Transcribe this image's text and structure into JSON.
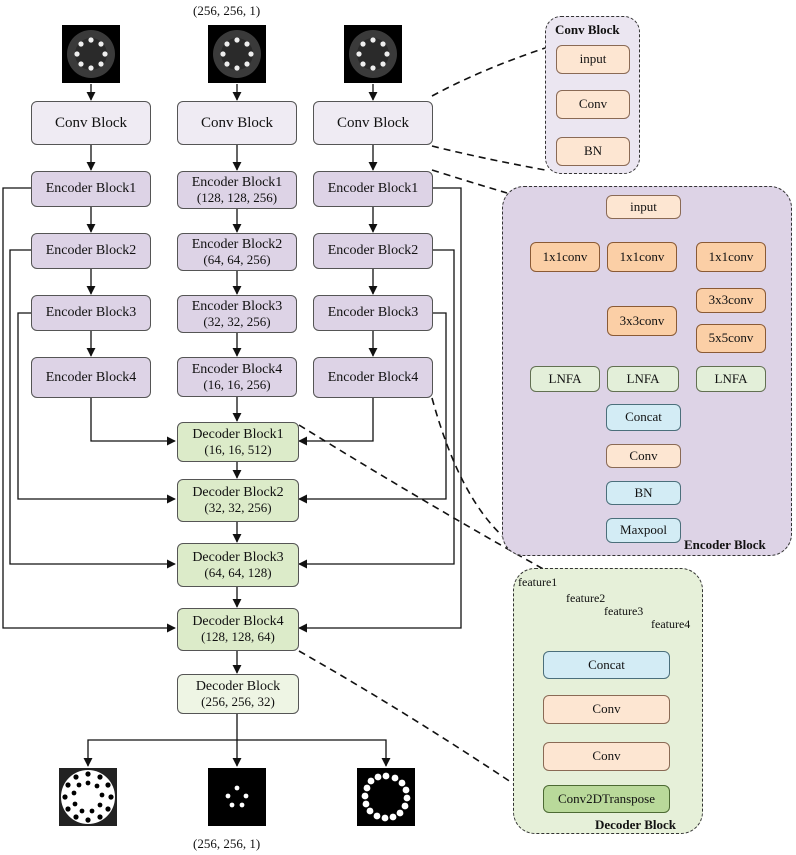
{
  "input_shape": "(256, 256, 1)",
  "output_shape": "(256, 256, 1)",
  "inputs": [
    "input-image-1",
    "input-image-2",
    "input-image-3"
  ],
  "outputs": [
    "output-image-1",
    "output-image-2",
    "output-image-3"
  ],
  "conv_block": "Conv Block",
  "encoders": [
    {
      "name": "Encoder Block1",
      "shape": "(128, 128, 256)"
    },
    {
      "name": "Encoder Block2",
      "shape": "(64, 64, 256)"
    },
    {
      "name": "Encoder Block3",
      "shape": "(32, 32, 256)"
    },
    {
      "name": "Encoder Block4",
      "shape": "(16, 16, 256)"
    }
  ],
  "decoders": [
    {
      "name": "Decoder Block1",
      "shape": "(16, 16, 512)"
    },
    {
      "name": "Decoder Block2",
      "shape": "(32, 32, 256)"
    },
    {
      "name": "Decoder Block3",
      "shape": "(64, 64, 128)"
    },
    {
      "name": "Decoder Block4",
      "shape": "(128, 128, 64)"
    },
    {
      "name": "Decoder Block",
      "shape": "(256, 256, 32)"
    }
  ],
  "conv_panel": {
    "title": "Conv Block",
    "input": "input",
    "conv": "Conv",
    "bn": "BN"
  },
  "encoder_panel": {
    "title": "Encoder Block",
    "input": "input",
    "branch1": "1x1conv",
    "branch2": "1x1conv",
    "branch3": "1x1conv",
    "b2_second": "3x3conv",
    "b3_second": "3x3conv",
    "b3_third": "5x5conv",
    "lnfa1": "LNFA",
    "lnfa2": "LNFA",
    "lnfa3": "LNFA",
    "concat": "Concat",
    "conv": "Conv",
    "bn": "BN",
    "maxpool": "Maxpool"
  },
  "decoder_panel": {
    "title": "Decoder Block",
    "features": [
      "feature1",
      "feature2",
      "feature3",
      "feature4"
    ],
    "concat": "Concat",
    "conv1": "Conv",
    "conv2": "Conv",
    "transpose": "Conv2DTranspose"
  },
  "colors": {
    "encoder": "#ddd3e6",
    "decoder": "#dcebc9",
    "conv": "#efebf3",
    "panel_encoder": "#ddd3e6",
    "panel_decoder": "#e6f0d9"
  }
}
